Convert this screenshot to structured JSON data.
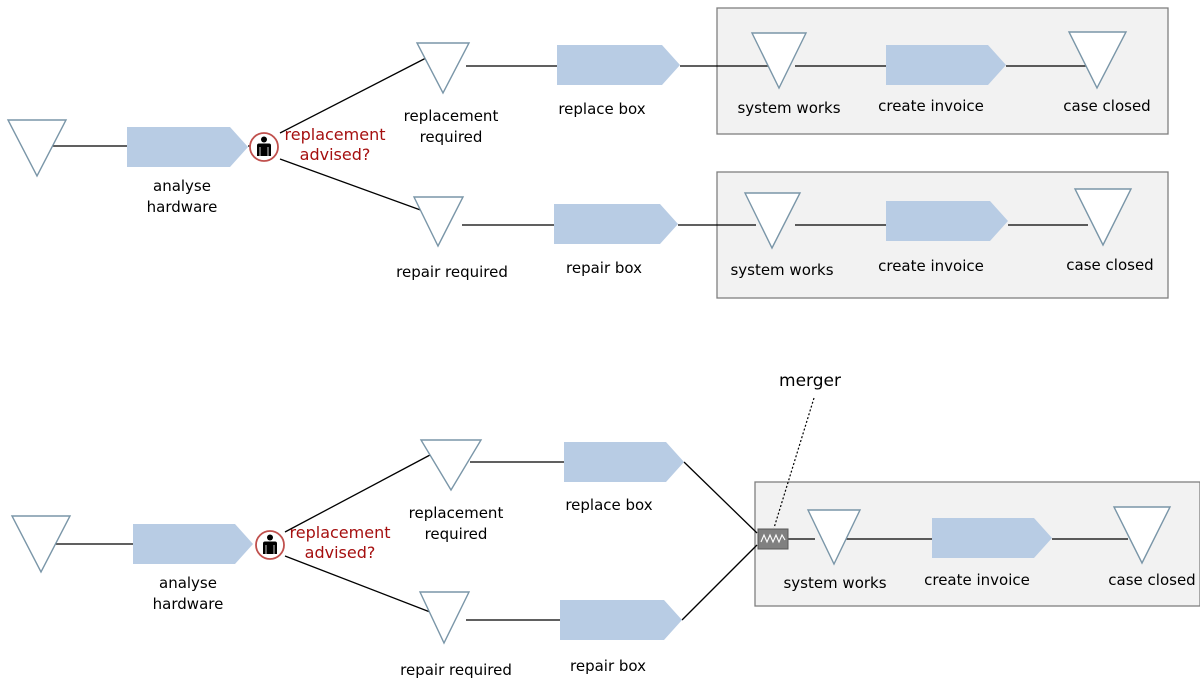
{
  "colors": {
    "event_stroke": "#7a96a8",
    "function_fill": "#b8cce4",
    "question_text": "#a50f0f",
    "group_fill": "#f2f2f2",
    "group_stroke": "#7f7f7f",
    "connector": "#000000"
  },
  "icons": {
    "decision": "person-in-circle-icon",
    "merge": "wave-connector-icon"
  },
  "diagram_top": {
    "analyse_label_1": "analyse",
    "analyse_label_2": "hardware",
    "question_line_1": "replacement",
    "question_line_2": "advised?",
    "replacement_required_1": "replacement",
    "replacement_required_2": "required",
    "repair_required": "repair required",
    "replace_box": "replace box",
    "repair_box": "repair box",
    "group_a": {
      "system_works": "system works",
      "create_invoice": "create invoice",
      "case_closed": "case closed"
    },
    "group_b": {
      "system_works": "system works",
      "create_invoice": "create invoice",
      "case_closed": "case closed"
    }
  },
  "diagram_bottom": {
    "merger_label": "merger",
    "analyse_label_1": "analyse",
    "analyse_label_2": "hardware",
    "question_line_1": "replacement",
    "question_line_2": "advised?",
    "replacement_required_1": "replacement",
    "replacement_required_2": "required",
    "repair_required": "repair required",
    "replace_box": "replace box",
    "repair_box": "repair box",
    "group": {
      "system_works": "system works",
      "create_invoice": "create invoice",
      "case_closed": "case closed"
    }
  }
}
